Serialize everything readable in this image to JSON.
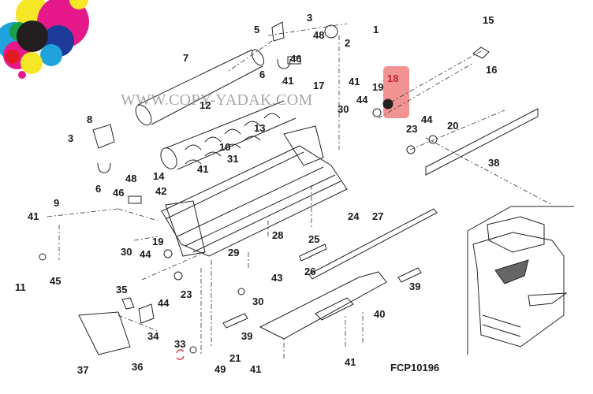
{
  "diagram": {
    "title": "Exploded parts diagram",
    "figure_code": "FCP10196",
    "watermark": "WWW.COPY-YADAK.COM",
    "highlighted_part": "18",
    "highlight_color": "#f08080",
    "logo": "cmyk-circles-logo",
    "change_mark_icon": "refresh-arrows-icon",
    "inset": "copier-location-inset",
    "parts": [
      {
        "id": "p1",
        "label": "1"
      },
      {
        "id": "p2",
        "label": "2"
      },
      {
        "id": "p3a",
        "label": "3"
      },
      {
        "id": "p3b",
        "label": "3"
      },
      {
        "id": "p5",
        "label": "5"
      },
      {
        "id": "p6a",
        "label": "6"
      },
      {
        "id": "p6b",
        "label": "6"
      },
      {
        "id": "p7",
        "label": "7"
      },
      {
        "id": "p8",
        "label": "8"
      },
      {
        "id": "p9",
        "label": "9"
      },
      {
        "id": "p10",
        "label": "10"
      },
      {
        "id": "p11",
        "label": "11"
      },
      {
        "id": "p12",
        "label": "12"
      },
      {
        "id": "p13",
        "label": "13"
      },
      {
        "id": "p14",
        "label": "14"
      },
      {
        "id": "p15",
        "label": "15"
      },
      {
        "id": "p16",
        "label": "16"
      },
      {
        "id": "p17",
        "label": "17"
      },
      {
        "id": "p18",
        "label": "18"
      },
      {
        "id": "p19a",
        "label": "19"
      },
      {
        "id": "p19b",
        "label": "19"
      },
      {
        "id": "p20",
        "label": "20"
      },
      {
        "id": "p21",
        "label": "21"
      },
      {
        "id": "p23a",
        "label": "23"
      },
      {
        "id": "p23b",
        "label": "23"
      },
      {
        "id": "p24",
        "label": "24"
      },
      {
        "id": "p25",
        "label": "25"
      },
      {
        "id": "p26",
        "label": "26"
      },
      {
        "id": "p27",
        "label": "27"
      },
      {
        "id": "p28",
        "label": "28"
      },
      {
        "id": "p29",
        "label": "29"
      },
      {
        "id": "p30a",
        "label": "30"
      },
      {
        "id": "p30b",
        "label": "30"
      },
      {
        "id": "p30c",
        "label": "30"
      },
      {
        "id": "p31",
        "label": "31"
      },
      {
        "id": "p33",
        "label": "33"
      },
      {
        "id": "p34",
        "label": "34"
      },
      {
        "id": "p35",
        "label": "35"
      },
      {
        "id": "p36",
        "label": "36"
      },
      {
        "id": "p37",
        "label": "37"
      },
      {
        "id": "p38",
        "label": "38"
      },
      {
        "id": "p39a",
        "label": "39"
      },
      {
        "id": "p39b",
        "label": "39"
      },
      {
        "id": "p40",
        "label": "40"
      },
      {
        "id": "p41a",
        "label": "41"
      },
      {
        "id": "p41b",
        "label": "41"
      },
      {
        "id": "p41c",
        "label": "41"
      },
      {
        "id": "p41d",
        "label": "41"
      },
      {
        "id": "p41e",
        "label": "41"
      },
      {
        "id": "p41f",
        "label": "41"
      },
      {
        "id": "p42",
        "label": "42"
      },
      {
        "id": "p43",
        "label": "43"
      },
      {
        "id": "p44a",
        "label": "44"
      },
      {
        "id": "p44b",
        "label": "44"
      },
      {
        "id": "p44c",
        "label": "44"
      },
      {
        "id": "p44d",
        "label": "44"
      },
      {
        "id": "p45",
        "label": "45"
      },
      {
        "id": "p46a",
        "label": "46"
      },
      {
        "id": "p46b",
        "label": "46"
      },
      {
        "id": "p48a",
        "label": "48"
      },
      {
        "id": "p48b",
        "label": "48"
      },
      {
        "id": "p49",
        "label": "49"
      }
    ]
  }
}
